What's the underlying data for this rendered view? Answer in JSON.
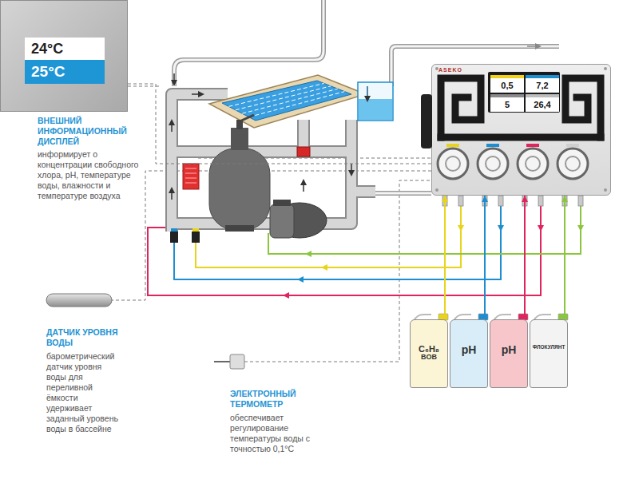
{
  "diagram": {
    "nodes": [
      {
        "text": [
          "24°C",
          "25°C"
        ]
      },
      {
        "text": [
          "ASEKO"
        ]
      },
      {
        "text": [
          "0,5"
        ],
        "in": 1
      },
      {
        "text": [
          "7,2"
        ],
        "in": 1
      },
      {
        "text": [
          "5"
        ],
        "in": 1
      },
      {
        "text": [
          "26,4"
        ],
        "in": 1
      },
      {
        "text": [
          "C₆H₈",
          "ВОВ"
        ]
      },
      {
        "text": [
          "pH"
        ]
      },
      {
        "text": [
          "pH"
        ]
      },
      {
        "text": [
          "ФЛОКУЛЯНТ"
        ]
      }
    ],
    "edges": [
      {
        "from": 0,
        "to": 1,
        "arrow": "none"
      },
      {
        "from": 6,
        "to": 1,
        "arrow": "to"
      },
      {
        "from": 7,
        "to": 1,
        "arrow": "to"
      },
      {
        "from": 8,
        "to": 1,
        "arrow": "to"
      },
      {
        "from": 9,
        "to": 1,
        "arrow": "to"
      }
    ],
    "labels": [
      "ВНЕШНИЙ ИНФОРМАЦИОННЫЙ ДИСПЛЕЙ",
      "информирует о концентрации свободного хлора, pH, температуре воды, влажности и температуре воздуха",
      "ДАТЧИК УРОВНЯ ВОДЫ",
      "барометрический датчик уровня воды для переливной ёмкости удерживает заданный уровень воды в бассейне",
      "ЭЛЕКТРОННЫЙ ТЕРМОМЕТР",
      "обеспечивает регулирование температуры воды с точностью 0,1°C"
    ]
  }
}
